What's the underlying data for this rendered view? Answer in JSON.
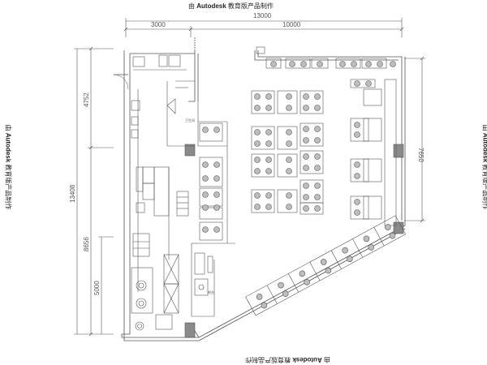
{
  "watermark": {
    "prefix": "由",
    "brand": "Autodesk",
    "suffix": "教育版产品制作"
  },
  "dimensions": {
    "overall_width": "13000",
    "left_width": "3000",
    "right_width": "10000",
    "overall_height": "13408",
    "upper_left_height": "4752",
    "lower_left_height": "8656",
    "lower_left_sub_height": "5000",
    "right_height": "7650"
  },
  "room_labels": {
    "toilet": "卫生间",
    "bar": "吧台"
  },
  "colors": {
    "line": "#555555",
    "table_fill": "#bdbdbd",
    "column_fill": "#8a8a8a"
  }
}
